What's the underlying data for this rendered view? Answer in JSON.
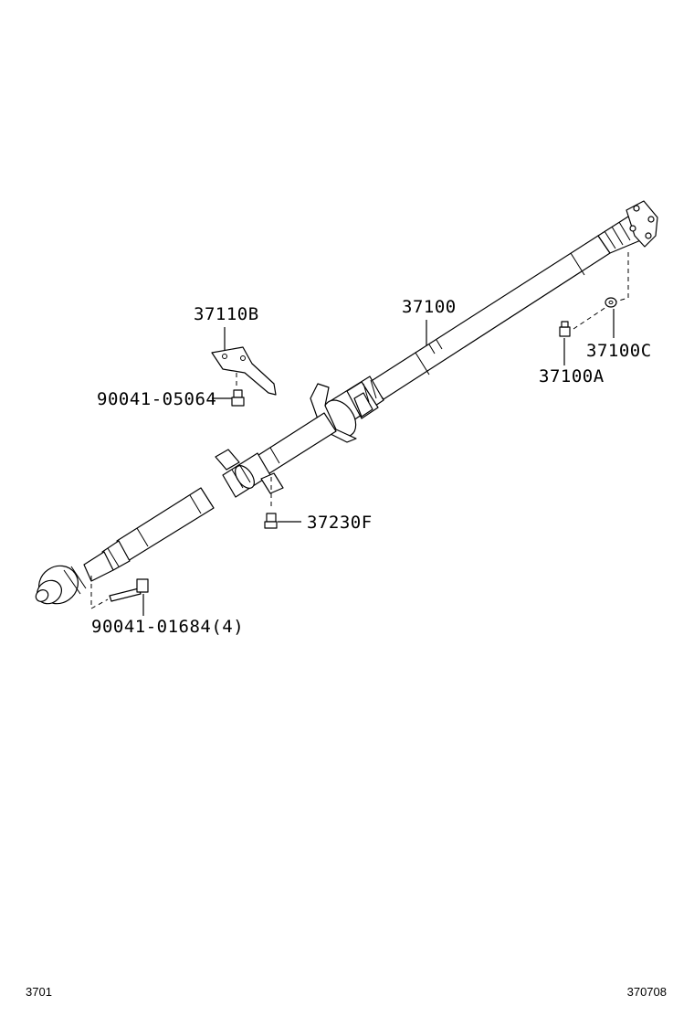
{
  "diagram": {
    "labels": {
      "shaft": "37100",
      "bracket": "37110B",
      "bolt_bracket": "90041-05064",
      "bolt_a": "37100A",
      "washer_c": "37100C",
      "center_bolt": "37230F",
      "flange_bolts": "90041-01684(4)"
    },
    "footer": {
      "page_code": "3701",
      "drawing_code": "370708"
    }
  }
}
